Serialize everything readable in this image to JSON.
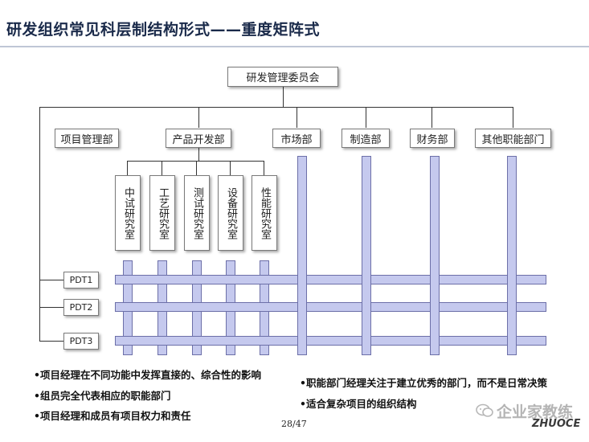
{
  "title": "研发组织常见科层制结构形式——重度矩阵式",
  "committee": "研发管理委员会",
  "departments": [
    {
      "label": "项目管理部"
    },
    {
      "label": "产品开发部"
    },
    {
      "label": "市场部"
    },
    {
      "label": "制造部"
    },
    {
      "label": "财务部"
    },
    {
      "label": "其他职能部门"
    }
  ],
  "labs": [
    {
      "label": "中试研究室"
    },
    {
      "label": "工艺研究室"
    },
    {
      "label": "测试研究室"
    },
    {
      "label": "设备研究室"
    },
    {
      "label": "性能研究室"
    }
  ],
  "pdts": [
    {
      "label": "PDT1"
    },
    {
      "label": "PDT2"
    },
    {
      "label": "PDT3"
    }
  ],
  "bullets_left": [
    "•项目经理在不同功能中发挥直接的、综合性的影响",
    "•组员完全代表相应的职能部门",
    "•项目经理和成员有项目权力和责任"
  ],
  "bullets_right": [
    "•职能部门经理关注于建立优秀的部门，而不是日常决策",
    "•适合复杂项目的组织结构"
  ],
  "page_number": "28/47",
  "watermark": "企业家教练",
  "logo": "ZHUOCE",
  "colors": {
    "bar_fill": "#c5c9ee",
    "bar_border": "#6c6fa8",
    "title": "#1a2a4a"
  }
}
